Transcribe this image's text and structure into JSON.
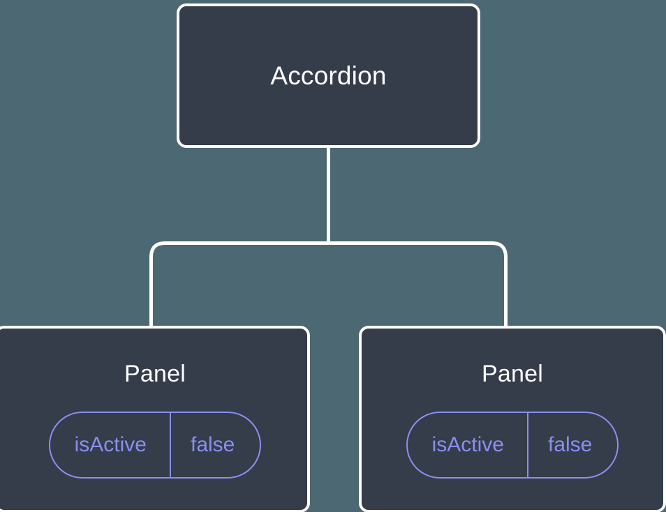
{
  "diagram": {
    "type": "component-tree",
    "background_color": "#4C6872",
    "node_fill_color": "#353C4A",
    "node_border_color": "#FFFFFF",
    "edge_color": "#FFFFFF",
    "badge_color": "#8A8FF0",
    "title_color": "#FFFFFF"
  },
  "root": {
    "label": "Accordion"
  },
  "children": [
    {
      "label": "Panel",
      "prop": {
        "key": "isActive",
        "value": "false"
      }
    },
    {
      "label": "Panel",
      "prop": {
        "key": "isActive",
        "value": "false"
      }
    }
  ]
}
